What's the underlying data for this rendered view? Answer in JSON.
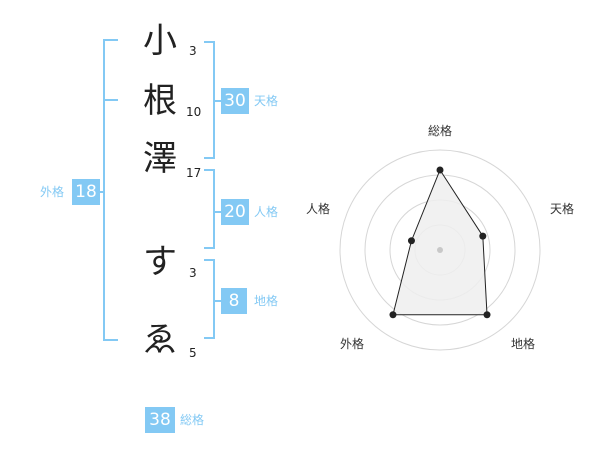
{
  "name_chars": [
    {
      "char": "小",
      "strokes": "3"
    },
    {
      "char": "根",
      "strokes": "10"
    },
    {
      "char": "澤",
      "strokes": "17"
    },
    {
      "char": "す",
      "strokes": "3"
    },
    {
      "char": "ゑ",
      "strokes": "5"
    }
  ],
  "badges": {
    "tenkaku": {
      "value": "30",
      "label": "天格"
    },
    "jinkaku": {
      "value": "20",
      "label": "人格"
    },
    "chikaku": {
      "value": "8",
      "label": "地格"
    },
    "gaikaku": {
      "value": "18",
      "label": "外格"
    },
    "soukaku": {
      "value": "38",
      "label": "総格"
    }
  },
  "chart_data": {
    "type": "radar",
    "axes": [
      "総格",
      "天格",
      "地格",
      "外格",
      "人格"
    ],
    "values": [
      0.8,
      0.45,
      0.8,
      0.8,
      0.3
    ],
    "rings": 4,
    "colors": {
      "grid": "#d6d6d6",
      "fill": "#efefef",
      "line": "#222222",
      "center": "#c8c8c8"
    }
  }
}
